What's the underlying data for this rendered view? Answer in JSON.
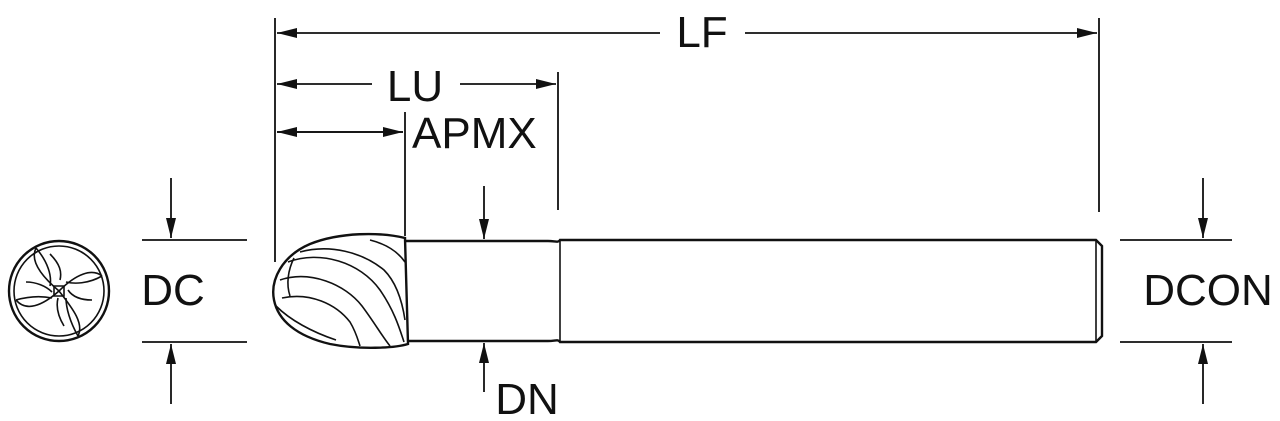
{
  "diagram": {
    "labels": {
      "lf": "LF",
      "lu": "LU",
      "apmx": "APMX",
      "dc": "DC",
      "dn": "DN",
      "dcon": "DCON"
    },
    "colors": {
      "line": "#111111",
      "background": "#ffffff"
    }
  }
}
